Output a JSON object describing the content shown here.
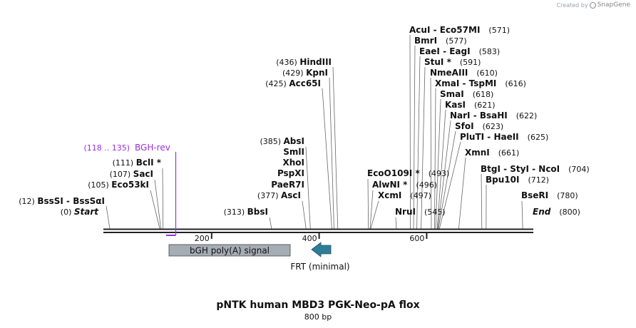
{
  "credit": {
    "prefix": "Created by",
    "brand": "SnapGene"
  },
  "title": "pNTK human MBD3 PGK-Neo-pA flox",
  "subtitle": "800 bp",
  "sequence_length": 800,
  "ticks": [
    {
      "position": 200,
      "label": "200"
    },
    {
      "position": 400,
      "label": "400"
    },
    {
      "position": 600,
      "label": "600"
    }
  ],
  "sites": [
    {
      "names": [
        "BssSI",
        "BssSαI"
      ],
      "position": 12,
      "label": "(12)"
    },
    {
      "names": [
        "Start"
      ],
      "position": 0,
      "label": "(0)",
      "italic": true
    },
    {
      "names": [
        "Eco53kI"
      ],
      "position": 105,
      "label": "(105)"
    },
    {
      "names": [
        "SacI"
      ],
      "position": 107,
      "label": "(107)"
    },
    {
      "names": [
        "BclI *"
      ],
      "position": 111,
      "label": "(111)"
    },
    {
      "names": [
        "BbsI"
      ],
      "position": 313,
      "label": "(313)"
    },
    {
      "names": [
        "AscI"
      ],
      "position": 377,
      "label": "(377)"
    },
    {
      "names": [
        "PaeR7I"
      ],
      "position": 381,
      "label": ""
    },
    {
      "names": [
        "PspXI"
      ],
      "position": 381,
      "label": ""
    },
    {
      "names": [
        "XhoI"
      ],
      "position": 381,
      "label": ""
    },
    {
      "names": [
        "SmlI"
      ],
      "position": 381,
      "label": ""
    },
    {
      "names": [
        "AbsI"
      ],
      "position": 385,
      "label": "(385)"
    },
    {
      "names": [
        "Acc65I"
      ],
      "position": 425,
      "label": "(425)"
    },
    {
      "names": [
        "KpnI"
      ],
      "position": 429,
      "label": "(429)"
    },
    {
      "names": [
        "HindIII"
      ],
      "position": 436,
      "label": "(436)"
    },
    {
      "names": [
        "NruI"
      ],
      "position": 545,
      "label": "(545)"
    },
    {
      "names": [
        "XcmI"
      ],
      "position": 497,
      "label": "(497)"
    },
    {
      "names": [
        "AlwNI *"
      ],
      "position": 496,
      "label": "(496)"
    },
    {
      "names": [
        "EcoO109I *"
      ],
      "position": 493,
      "label": "(493)"
    },
    {
      "names": [
        "AcuI",
        "Eco57MI"
      ],
      "position": 571,
      "label": "(571)"
    },
    {
      "names": [
        "BmrI"
      ],
      "position": 577,
      "label": "(577)"
    },
    {
      "names": [
        "EaeI",
        "EagI"
      ],
      "position": 583,
      "label": "(583)"
    },
    {
      "names": [
        "StuI *"
      ],
      "position": 591,
      "label": "(591)"
    },
    {
      "names": [
        "NmeAIII"
      ],
      "position": 610,
      "label": "(610)"
    },
    {
      "names": [
        "XmaI",
        "TspMI"
      ],
      "position": 616,
      "label": "(616)"
    },
    {
      "names": [
        "SmaI"
      ],
      "position": 618,
      "label": "(618)"
    },
    {
      "names": [
        "KasI"
      ],
      "position": 621,
      "label": "(621)"
    },
    {
      "names": [
        "NarI",
        "BsaHI"
      ],
      "position": 622,
      "label": "(622)"
    },
    {
      "names": [
        "SfoI"
      ],
      "position": 623,
      "label": "(623)"
    },
    {
      "names": [
        "PluTI",
        "HaeII"
      ],
      "position": 625,
      "label": "(625)"
    },
    {
      "names": [
        "XmnI"
      ],
      "position": 661,
      "label": "(661)"
    },
    {
      "names": [
        "BtgI",
        "StyI",
        "NcoI"
      ],
      "position": 704,
      "label": "(704)"
    },
    {
      "names": [
        "Bpu10I"
      ],
      "position": 712,
      "label": "(712)"
    },
    {
      "names": [
        "BseRI"
      ],
      "position": 780,
      "label": "(780)"
    },
    {
      "names": [
        "End"
      ],
      "position": 800,
      "label": "(800)",
      "italic": true
    }
  ],
  "primer": {
    "name": "BGH-rev",
    "range": "(118 .. 135)",
    "color": "#9b30d9"
  },
  "features": [
    {
      "name": "bGH poly(A) signal",
      "color": "#a6acb3",
      "direction": "none"
    },
    {
      "name": "FRT (minimal)",
      "color": "#2e7d95",
      "direction": "reverse"
    }
  ],
  "colors": {
    "backbone": "#222222",
    "site_line": "#555555",
    "text": "#111111"
  }
}
